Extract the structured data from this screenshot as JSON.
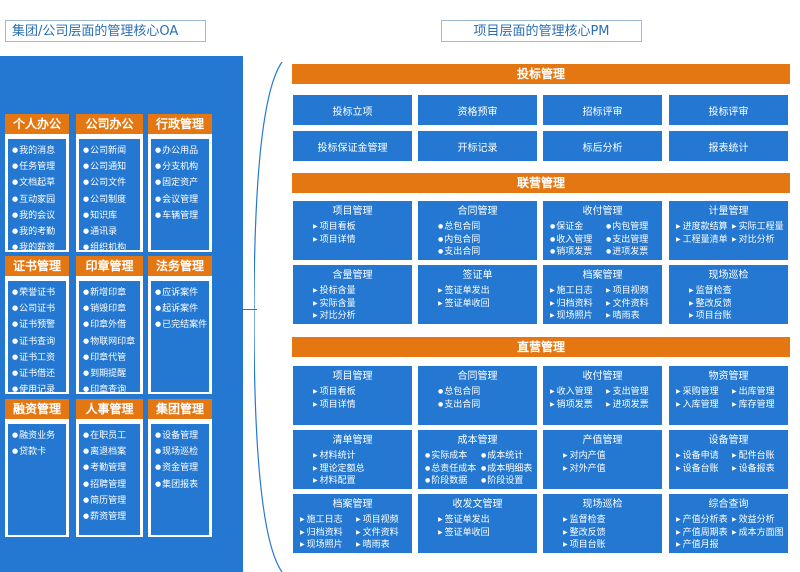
{
  "titles": {
    "group": "集团/公司层面的管理核心OA",
    "project": "项目层面的管理核心PM"
  },
  "left_modules": [
    {
      "title": "个人办公",
      "items": [
        "我的消息",
        "任务管理",
        "文档起草",
        "互动家园",
        "我的会议",
        "我的考勤",
        "我的薪资"
      ]
    },
    {
      "title": "公司办公",
      "items": [
        "公司新闻",
        "公司通知",
        "公司文件",
        "公司制度",
        "知识库",
        "通讯录",
        "组织机构"
      ]
    },
    {
      "title": "行政管理",
      "items": [
        "办公用品",
        "分支机构",
        "固定资产",
        "会议管理",
        "车辆管理"
      ]
    },
    {
      "title": "证书管理",
      "items": [
        "荣誉证书",
        "公司证书",
        "证书预警",
        "证书查询",
        "证书工资",
        "证书借还",
        "使用记录"
      ]
    },
    {
      "title": "印章管理",
      "items": [
        "新增印章",
        "销毁印章",
        "印章外借",
        "物联网印章",
        "印章代管",
        "到期提醒",
        "印章查询"
      ]
    },
    {
      "title": "法务管理",
      "items": [
        "应诉案件",
        "起诉案件",
        "已完结案件"
      ]
    },
    {
      "title": "融资管理",
      "items": [
        "融资业务",
        "贷款卡"
      ]
    },
    {
      "title": "人事管理",
      "items": [
        "在职员工",
        "离退档案",
        "考勤管理",
        "招聘管理",
        "简历管理",
        "薪资管理"
      ]
    },
    {
      "title": "集团管理",
      "items": [
        "设备管理",
        "现场巡检",
        "资金管理",
        "集团报表"
      ]
    }
  ],
  "sections": {
    "bidding": {
      "title": "投标管理",
      "boxes": [
        "投标立项",
        "资格预审",
        "招标评审",
        "投标评审",
        "投标保证金管理",
        "开标记录",
        "标后分析",
        "报表统计"
      ]
    },
    "joint": {
      "title": "联营管理",
      "boxes": [
        {
          "title": "项目管理",
          "items": [
            "项目看板",
            "项目详情"
          ]
        },
        {
          "title": "合同管理",
          "items": [
            "总包合同",
            "内包合同",
            "支出合同"
          ]
        },
        {
          "title": "收付管理",
          "items": [
            "保证金",
            "内包管理",
            "收入管理",
            "支出管理",
            "销项发票",
            "进项发票"
          ]
        },
        {
          "title": "计量管理",
          "items": [
            "进度款结算",
            "实际工程量",
            "工程量清单",
            "对比分析"
          ]
        },
        {
          "title": "含量管理",
          "items": [
            "投标含量",
            "实际含量",
            "对比分析"
          ]
        },
        {
          "title": "签证单",
          "items": [
            "签证单发出",
            "签证单收回"
          ]
        },
        {
          "title": "档案管理",
          "items": [
            "施工日志",
            "项目视频",
            "归档资料",
            "文件资料",
            "现场照片",
            "晴雨表"
          ]
        },
        {
          "title": "现场巡检",
          "items": [
            "监督检查",
            "整改反馈",
            "项目台账"
          ]
        }
      ]
    },
    "direct": {
      "title": "直营管理",
      "boxes": [
        {
          "title": "项目管理",
          "items": [
            "项目看板",
            "项目详情"
          ]
        },
        {
          "title": "合同管理",
          "items": [
            "总包合同",
            "支出合同"
          ]
        },
        {
          "title": "收付管理",
          "items": [
            "收入管理",
            "支出管理",
            "销项发票",
            "进项发票"
          ]
        },
        {
          "title": "物资管理",
          "items": [
            "采购管理",
            "出库管理",
            "入库管理",
            "库存管理"
          ]
        },
        {
          "title": "清单管理",
          "items": [
            "材料统计",
            "理论定额总",
            "材料配置"
          ]
        },
        {
          "title": "成本管理",
          "items": [
            "实际成本",
            "成本统计",
            "总责任成本",
            "成本明细表",
            "阶段数据",
            "阶段设置"
          ]
        },
        {
          "title": "产值管理",
          "items": [
            "对内产值",
            "对外产值"
          ]
        },
        {
          "title": "设备管理",
          "items": [
            "设备申请",
            "配件台账",
            "设备台账",
            "设备报表"
          ]
        },
        {
          "title": "档案管理",
          "items": [
            "施工日志",
            "项目视频",
            "归档资料",
            "文件资料",
            "现场照片",
            "晴雨表"
          ]
        },
        {
          "title": "收发文管理",
          "items": [
            "签证单发出",
            "签证单收回"
          ]
        },
        {
          "title": "现场巡检",
          "items": [
            "监督检查",
            "整改反馈",
            "项目台账"
          ]
        },
        {
          "title": "综合查询",
          "items": [
            "产值分析表",
            "效益分析",
            "产值周期表",
            "成本方面图",
            "产值月报"
          ]
        }
      ]
    }
  }
}
